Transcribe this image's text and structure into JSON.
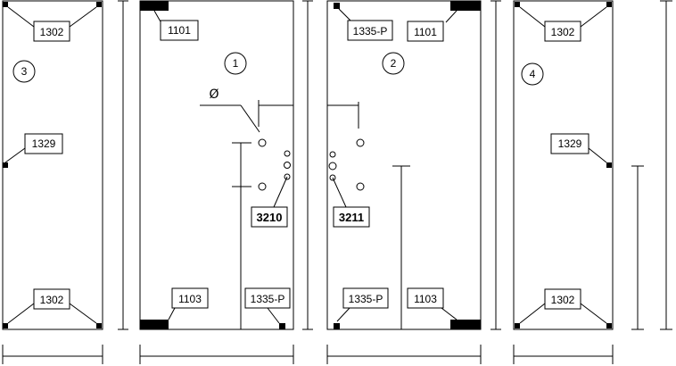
{
  "panels": {
    "p3": {
      "number": "3",
      "top_label": "1302",
      "side_label": "1329",
      "bottom_label": "1302"
    },
    "p1": {
      "number": "1",
      "top_label": "1101",
      "bottom_left_label": "1103",
      "bottom_right_label": "1335-P",
      "hole_label": "3210"
    },
    "p2": {
      "number": "2",
      "top_left_label": "1335-P",
      "top_right_label": "1101",
      "bottom_left_label": "1335-P",
      "bottom_right_label": "1103",
      "hole_label": "3211"
    },
    "p4": {
      "number": "4",
      "top_label": "1302",
      "side_label": "1329",
      "bottom_label": "1302"
    }
  },
  "symbols": {
    "diameter": "Ø"
  },
  "colors": {
    "line": "#000000",
    "background": "#ffffff"
  }
}
